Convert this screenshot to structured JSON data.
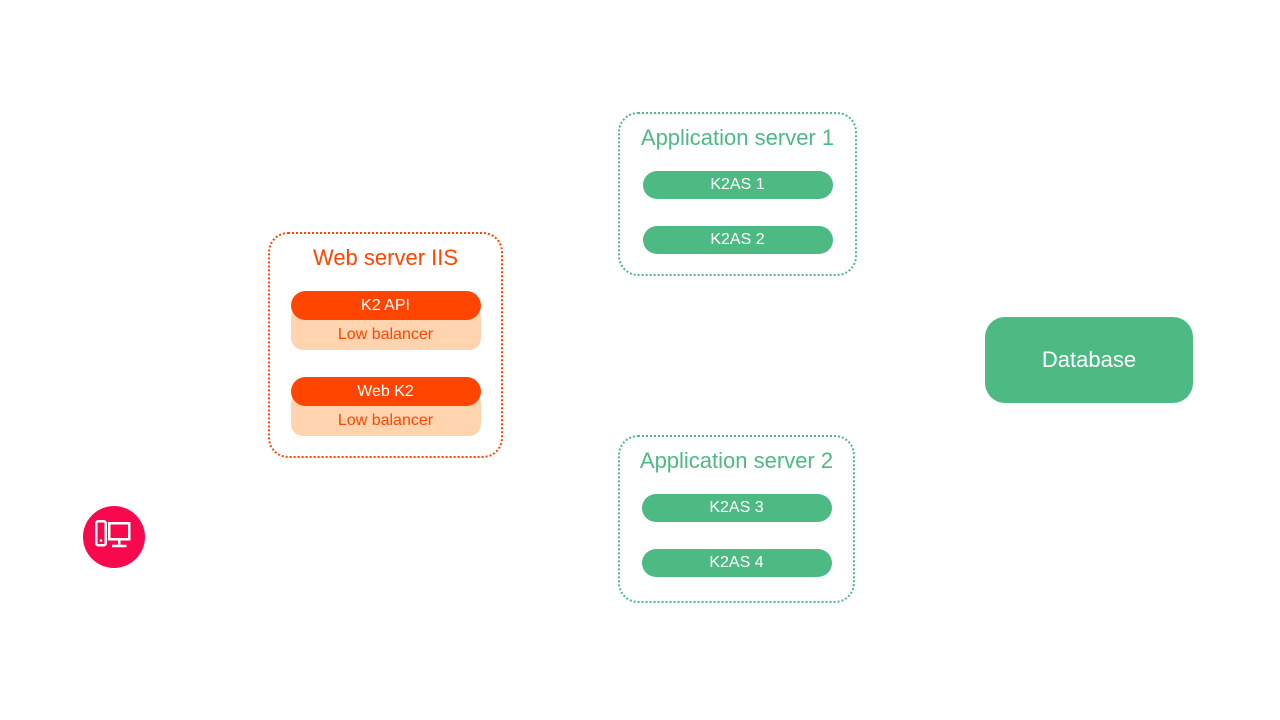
{
  "diagram": {
    "client": {
      "icon": "desktop-computer-icon"
    },
    "web_server": {
      "title": "Web server IIS",
      "items": [
        {
          "label": "K2 API",
          "sublabel": "Low balancer"
        },
        {
          "label": "Web K2",
          "sublabel": "Low balancer"
        }
      ]
    },
    "app_server_1": {
      "title": "Application server 1",
      "items": [
        {
          "label": "K2AS 1"
        },
        {
          "label": "K2AS 2"
        }
      ]
    },
    "app_server_2": {
      "title": "Application server 2",
      "items": [
        {
          "label": "K2AS 3"
        },
        {
          "label": "K2AS 4"
        }
      ]
    },
    "database": {
      "label": "Database"
    },
    "colors": {
      "orange": "#FF4500",
      "orange_light": "#FFD4AE",
      "green": "#4DBA83",
      "pink": "#F8094D",
      "background": "#FFFFFF"
    }
  }
}
